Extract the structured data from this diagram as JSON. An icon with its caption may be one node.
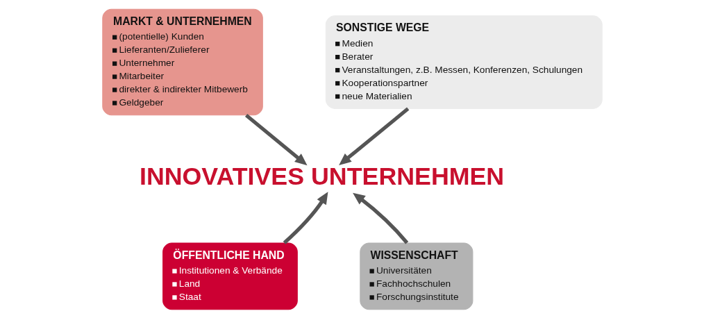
{
  "diagram": {
    "nodes": [
      {
        "text": [
          "MARKT & UNTERNEHMEN",
          "(potentielle) Kunden",
          "Lieferanten/Zulieferer",
          "Unternehmer",
          "Mitarbeiter",
          "direkter & indirekter Mitbewerb",
          "Geldgeber"
        ]
      },
      {
        "text": [
          "SONSTIGE WEGE",
          "Medien",
          "Berater",
          "Veranstaltungen, z.B. Messen, Konferenzen, Schulungen",
          "Kooperationspartner",
          "neue Materialien"
        ]
      },
      {
        "text": [
          "INNOVATIVES UNTERNEHMEN"
        ]
      },
      {
        "text": [
          "ÖFFENTLICHE HAND",
          "Institutionen & Verbände",
          "Land",
          "Staat"
        ]
      },
      {
        "text": [
          "WISSENSCHAFT",
          "Universitäten",
          "Fachhochschulen",
          "Forschungsinstitute"
        ]
      }
    ],
    "edges": [
      {
        "from": 0,
        "to": 2,
        "arrow": "to"
      },
      {
        "from": 1,
        "to": 2,
        "arrow": "to"
      },
      {
        "from": 3,
        "to": 2,
        "arrow": "to"
      },
      {
        "from": 4,
        "to": 2,
        "arrow": "to"
      }
    ]
  }
}
